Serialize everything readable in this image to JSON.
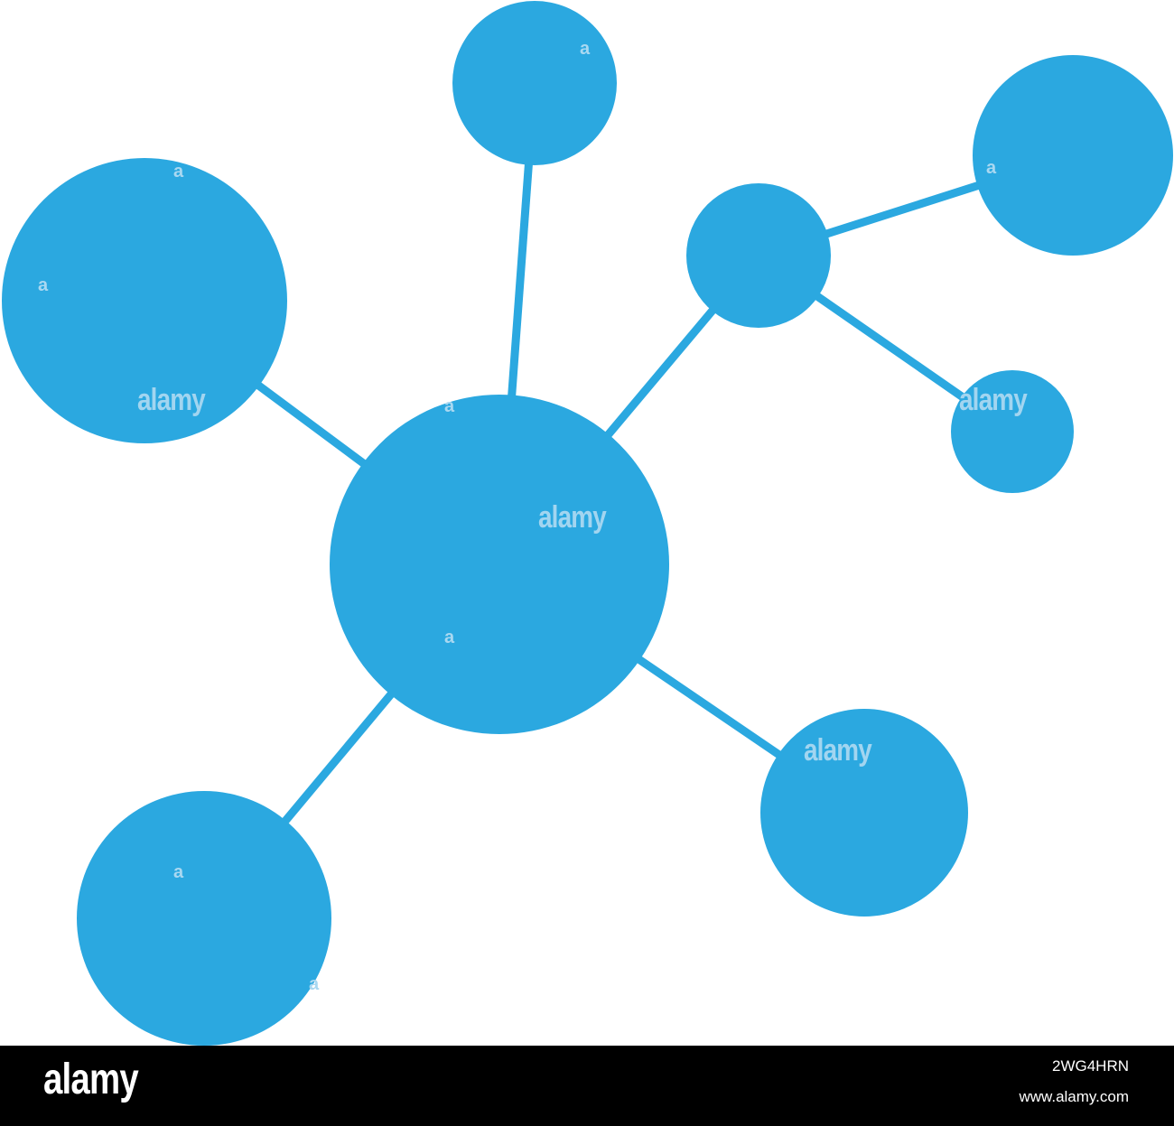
{
  "colors": {
    "node": "#2ba8e0",
    "link": "#2ba8e0",
    "background": "#ffffff",
    "footer_background": "#000000",
    "footer_text": "#ffffff",
    "watermark": "#a9d8f1"
  },
  "watermark": {
    "brand": "alamy",
    "glyph": "a"
  },
  "footer": {
    "logo": "alamy",
    "image_id": "2WG4HRN",
    "url": "www.alamy.com"
  }
}
